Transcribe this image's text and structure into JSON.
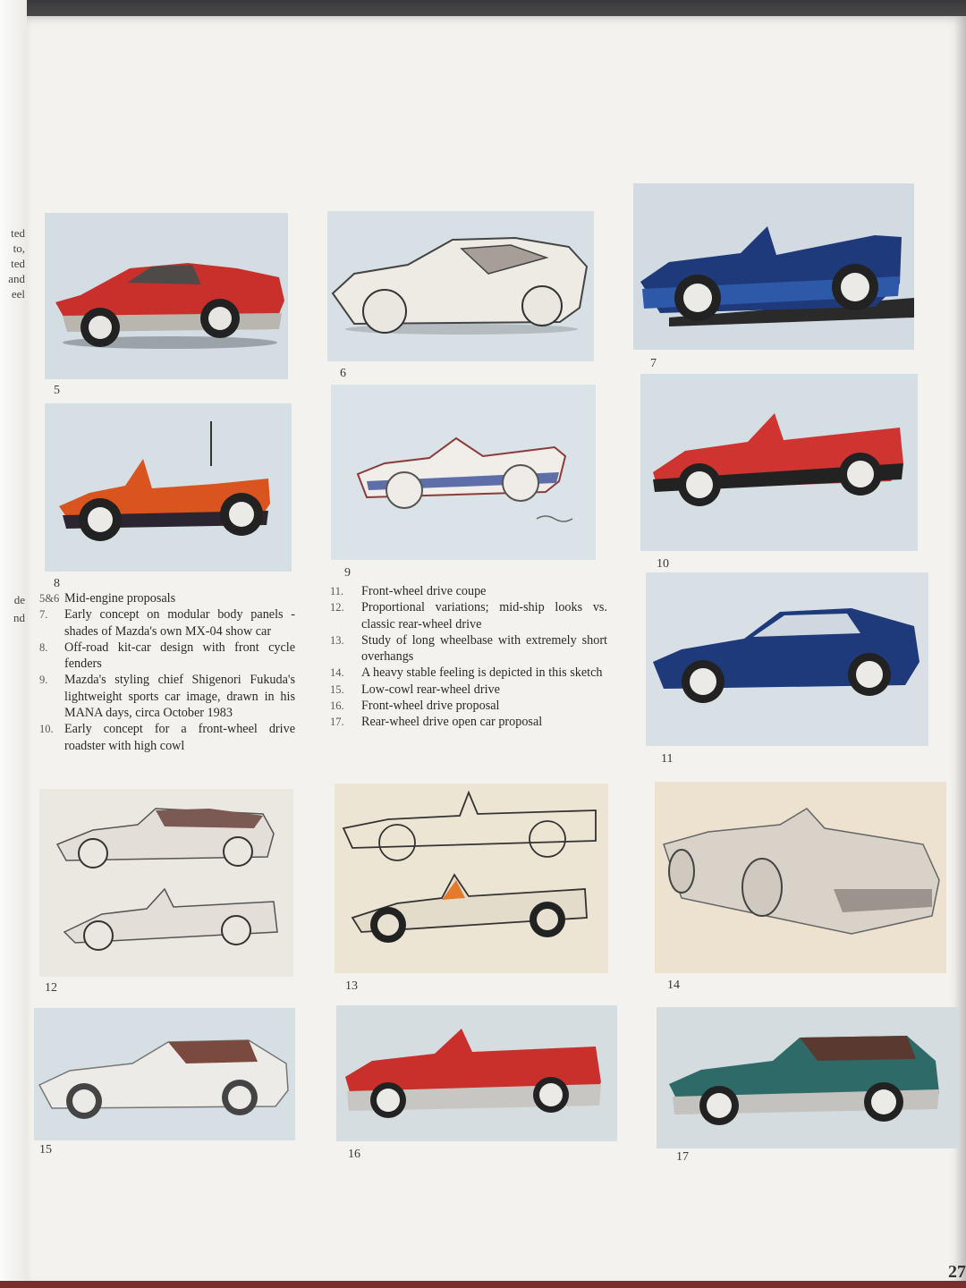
{
  "page_number": "27",
  "left_page_fragments": [
    "ted",
    "to,",
    "ted",
    "and",
    "eel",
    "de",
    "nd"
  ],
  "plates": [
    {
      "id": "5",
      "label": "5"
    },
    {
      "id": "6",
      "label": "6"
    },
    {
      "id": "7",
      "label": "7"
    },
    {
      "id": "8",
      "label": "8"
    },
    {
      "id": "9",
      "label": "9"
    },
    {
      "id": "10",
      "label": "10"
    },
    {
      "id": "11",
      "label": "11"
    },
    {
      "id": "12",
      "label": "12"
    },
    {
      "id": "13",
      "label": "13"
    },
    {
      "id": "14",
      "label": "14"
    },
    {
      "id": "15",
      "label": "15"
    },
    {
      "id": "16",
      "label": "16"
    },
    {
      "id": "17",
      "label": "17"
    }
  ],
  "captions_left": [
    {
      "num": "5&6",
      "text": "Mid-engine proposals"
    },
    {
      "num": "7.",
      "text": "Early concept on modular body panels - shades of Mazda's own MX-04 show car"
    },
    {
      "num": "8.",
      "text": "Off-road kit-car design with front cycle fenders"
    },
    {
      "num": "9.",
      "text": "Mazda's styling chief Shigenori Fukuda's lightweight sports car image, drawn in his MANA days, circa October 1983"
    },
    {
      "num": "10.",
      "text": "Early concept for a front-wheel drive roadster with high cowl"
    }
  ],
  "captions_right": [
    {
      "num": "11.",
      "text": "Front-wheel drive coupe"
    },
    {
      "num": "12.",
      "text": "Proportional variations; mid-ship looks vs. classic rear-wheel drive"
    },
    {
      "num": "13.",
      "text": "Study of long wheelbase with extremely short overhangs"
    },
    {
      "num": "14.",
      "text": "A heavy stable feeling is depicted in this sketch"
    },
    {
      "num": "15.",
      "text": "Low-cowl rear-wheel drive"
    },
    {
      "num": "16.",
      "text": "Front-wheel drive proposal"
    },
    {
      "num": "17.",
      "text": "Rear-wheel drive open car proposal"
    }
  ],
  "colors": {
    "plate_bg_blue": "#d3dde3",
    "plate_bg_warm": "#efe4d0",
    "red": "#c9302c",
    "orange": "#d9541e",
    "navy": "#1f3a7a",
    "teal": "#2d6a68",
    "maroon": "#7a2d2d"
  }
}
